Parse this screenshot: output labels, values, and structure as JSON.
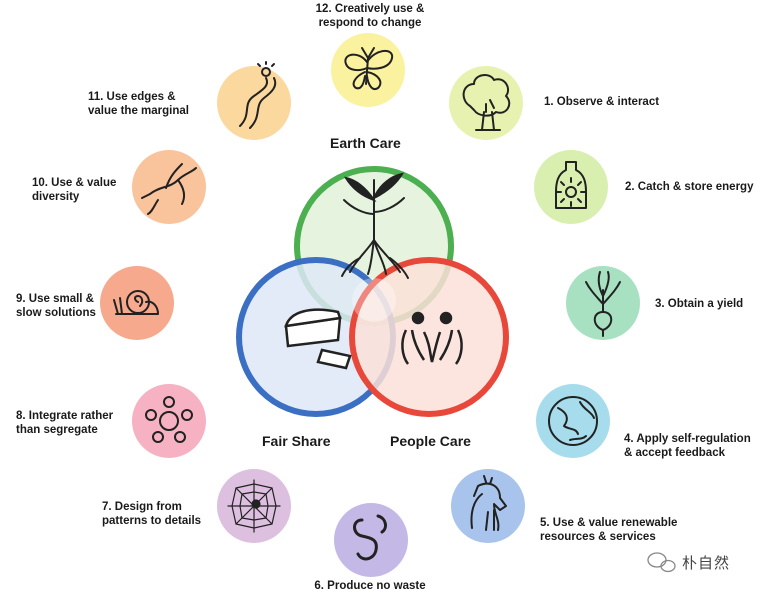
{
  "ethics": {
    "earth": "Earth Care",
    "fair": "Fair Share",
    "people": "People Care",
    "colors": {
      "earth": "#4caf50",
      "fair": "#3a6fc4",
      "people": "#e8483a"
    }
  },
  "principles": [
    {
      "label": "12. Creatively use &\nrespond to change",
      "icon": "butterfly-icon",
      "color": "#fbf2a0"
    },
    {
      "label": "1. Observe & interact",
      "icon": "tree-icon",
      "color": "#e7f2b0"
    },
    {
      "label": "2. Catch & store energy",
      "icon": "jar-sun-icon",
      "color": "#d9efb0"
    },
    {
      "label": "3. Obtain a yield",
      "icon": "radish-icon",
      "color": "#a8e0c2"
    },
    {
      "label": "4.  Apply self-regulation\n& accept feedback",
      "icon": "globe-icon",
      "color": "#a6dcec"
    },
    {
      "label": "5. Use & value renewable\nresources & services",
      "icon": "horse-icon",
      "color": "#a9c4ec"
    },
    {
      "label": "6. Produce no waste",
      "icon": "worm-icon",
      "color": "#c4b9e6"
    },
    {
      "label": "7. Design from\npatterns to details",
      "icon": "spiderweb-icon",
      "color": "#ddbfe0"
    },
    {
      "label": "8. Integrate rather\nthan segregate",
      "icon": "circle-of-people-icon",
      "color": "#f6b2c2"
    },
    {
      "label": "9. Use small &\nslow solutions",
      "icon": "snail-icon",
      "color": "#f6a98d"
    },
    {
      "label": "10. Use & value\ndiversity",
      "icon": "hummingbird-icon",
      "color": "#f9c39c"
    },
    {
      "label": "11. Use edges &\nvalue the marginal",
      "icon": "river-icon",
      "color": "#fbd89d"
    }
  ],
  "watermark": {
    "text": "朴自然",
    "icon": "wechat-icon"
  }
}
